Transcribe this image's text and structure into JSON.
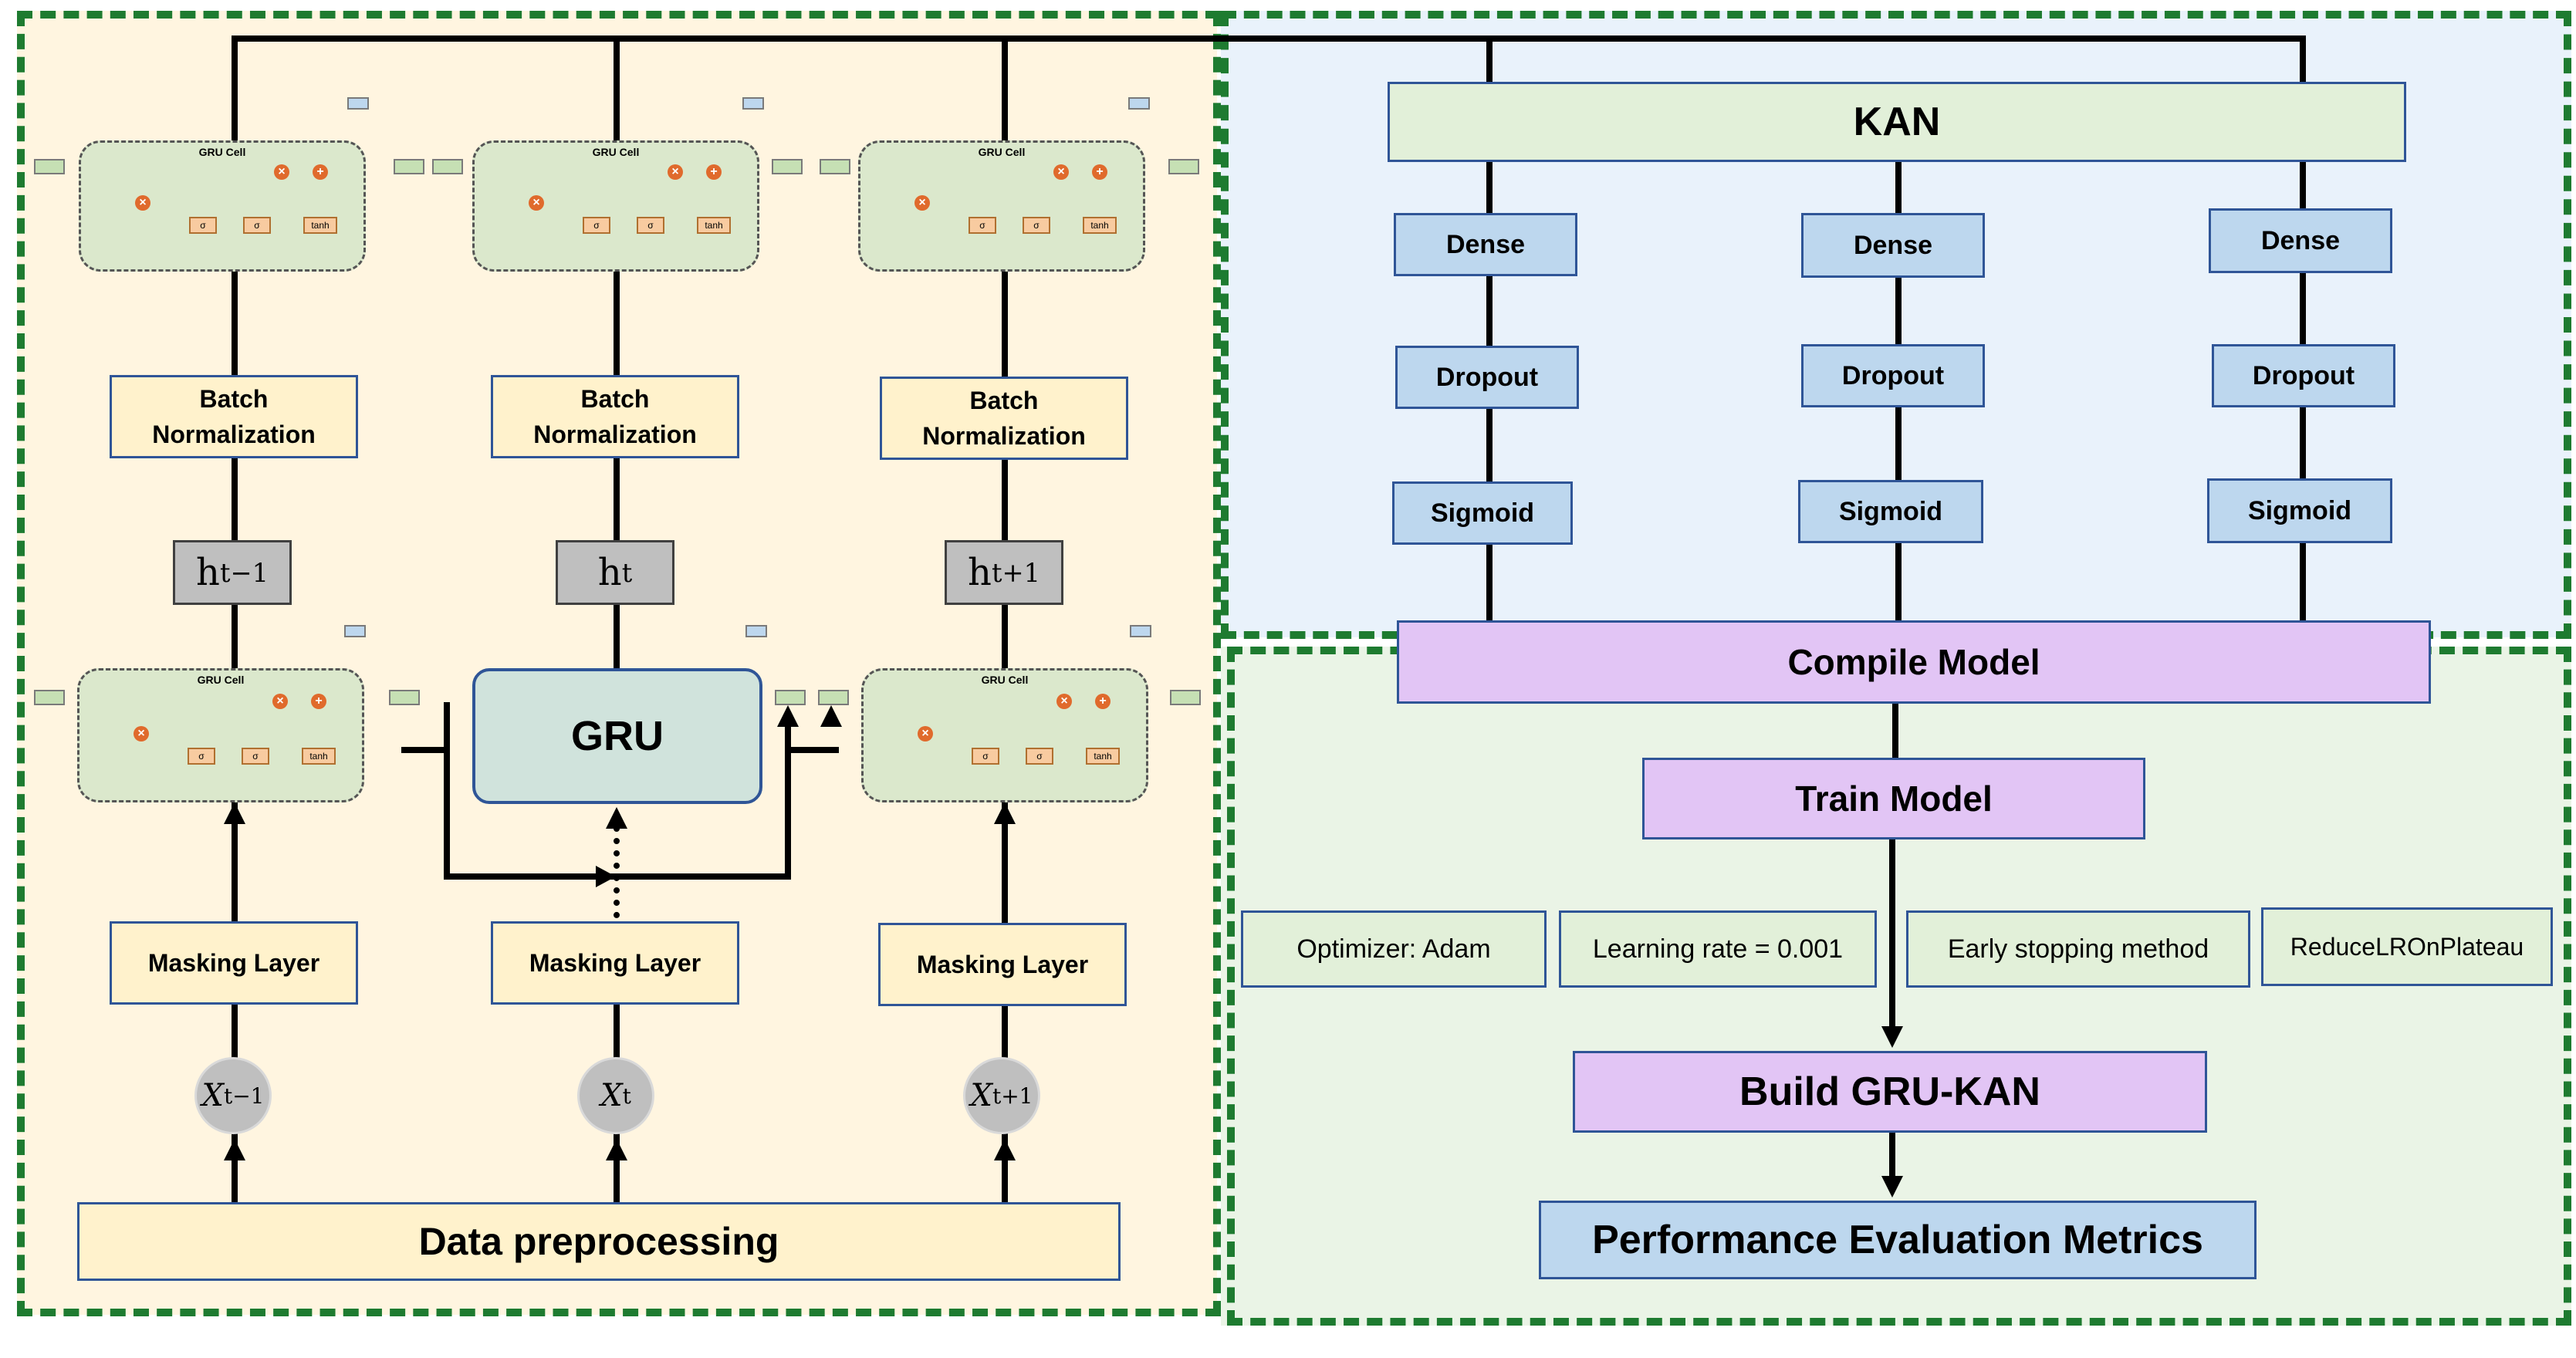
{
  "gru_section": {
    "cell_title": "GRU Cell",
    "batch_norm_label": "Batch Normalization",
    "masking_label": "Masking Layer",
    "gru_label": "GRU",
    "data_preprocessing": "Data preprocessing",
    "hidden_states": [
      {
        "base": "h",
        "sub": "t−1"
      },
      {
        "base": "h",
        "sub": "t"
      },
      {
        "base": "h",
        "sub": "t+1"
      }
    ],
    "inputs": [
      {
        "base": "X",
        "sub": "t−1"
      },
      {
        "base": "X",
        "sub": "t"
      },
      {
        "base": "X",
        "sub": "t+1"
      }
    ]
  },
  "kan_section": {
    "kan_label": "KAN",
    "columns": [
      {
        "dense": "Dense",
        "dropout": "Dropout",
        "sigmoid": "Sigmoid"
      },
      {
        "dense": "Dense",
        "dropout": "Dropout",
        "sigmoid": "Sigmoid"
      },
      {
        "dense": "Dense",
        "dropout": "Dropout",
        "sigmoid": "Sigmoid"
      }
    ]
  },
  "training_section": {
    "compile_model": "Compile Model",
    "train_model": "Train Model",
    "params": [
      "Optimizer: Adam",
      "Learning rate = 0.001",
      "Early stopping method",
      "ReduceLROnPlateau"
    ],
    "build": "Build GRU-KAN",
    "metrics": "Performance Evaluation Metrics"
  },
  "colors": {
    "panel_border": "#1e7b30",
    "left_bg": "#fff5e0",
    "kan_bg": "#e9f2fb",
    "train_bg": "#eaf4e6"
  }
}
